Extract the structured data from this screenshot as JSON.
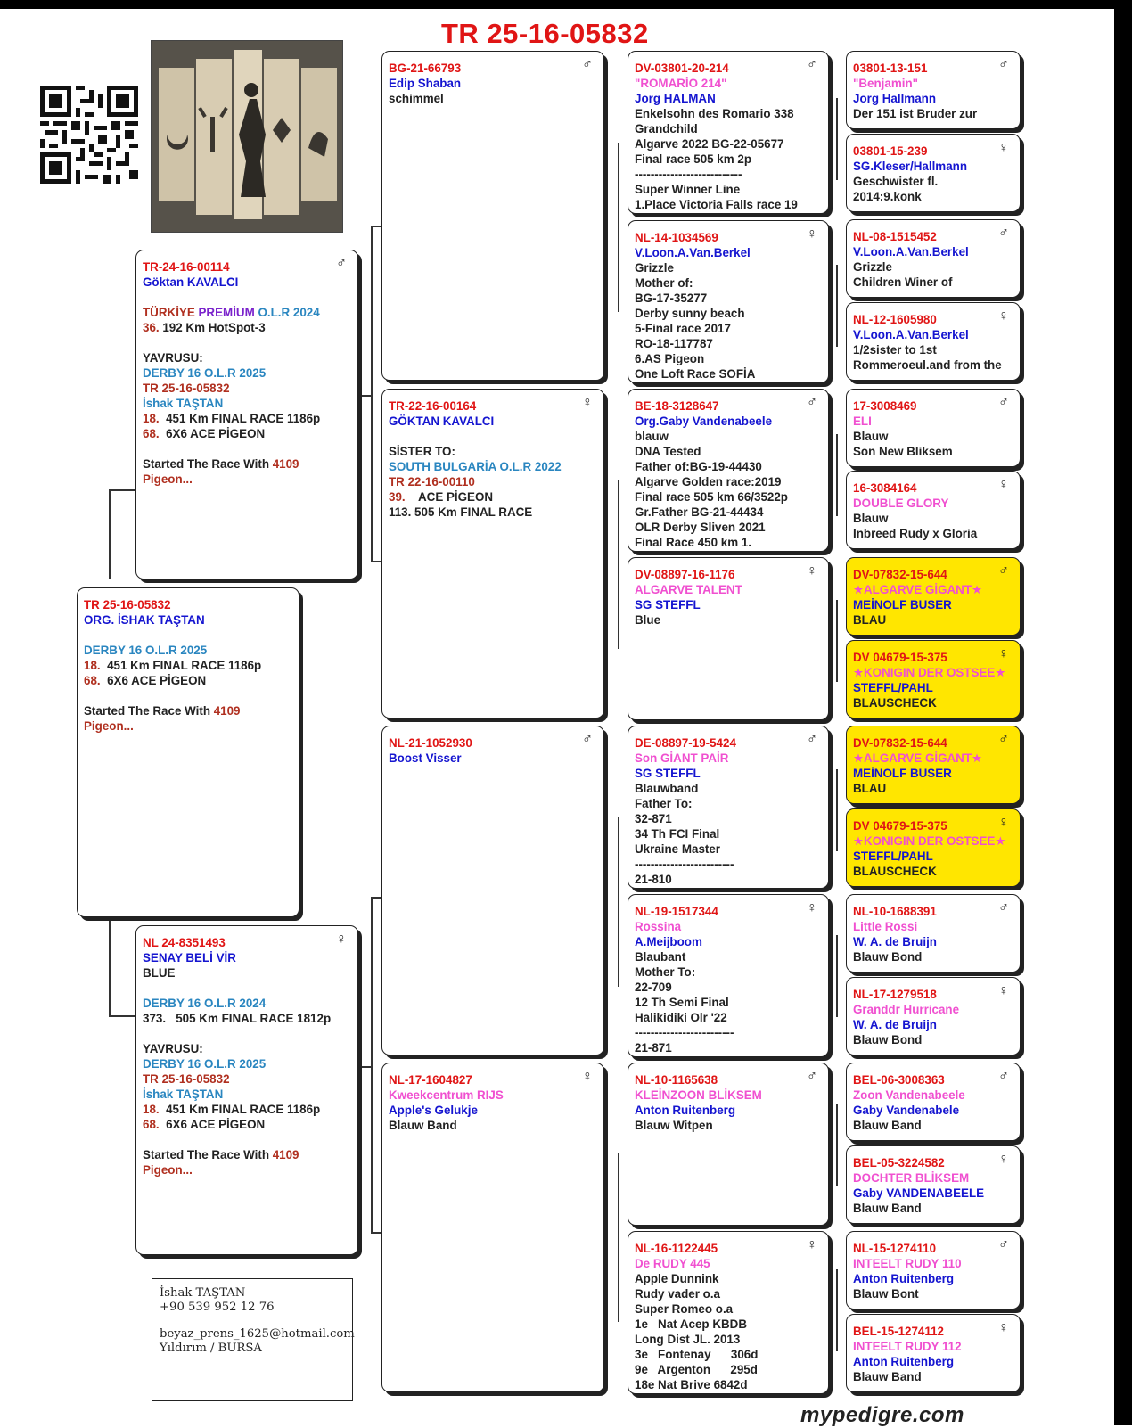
{
  "title": "TR 25-16-05832",
  "male_symbol": "♂",
  "female_symbol": "♀",
  "photo_icon": "warrior-horseman-banner-icon",
  "qr_icon": "qr-code-icon",
  "colors": {
    "red": "#e01515",
    "blue": "#1515d0",
    "pink": "#f050d0",
    "teal": "#2a86c0",
    "brown": "#b03020",
    "highlight": "#ffe600"
  },
  "contact": [
    "İshak TAŞTAN",
    "+90 539 952 12 76",
    "",
    "beyaz_prens_1625@hotmail.com",
    "Yıldırım / BURSA"
  ],
  "footer": "mypedigre.com",
  "cards": [
    {
      "id": "subject",
      "sex": "",
      "yellow": false,
      "lines": [
        {
          "t": "TR 25-16-05832",
          "c": "red"
        },
        {
          "t": "ORG. İSHAK TAŞTAN",
          "c": "blue"
        },
        {
          "t": "",
          "c": "black"
        },
        {
          "t": "DERBY 16 O.L.R 2025",
          "c": "teal"
        },
        {
          "p": [
            {
              "t": "18.  ",
              "c": "brown"
            },
            {
              "t": "451 Km FINAL RACE 1186p",
              "c": "black"
            }
          ]
        },
        {
          "p": [
            {
              "t": "68.  ",
              "c": "brown"
            },
            {
              "t": "6X6 ACE PİGEON",
              "c": "black"
            }
          ]
        },
        {
          "t": "",
          "c": "black"
        },
        {
          "p": [
            {
              "t": "Started The Race With ",
              "c": "black"
            },
            {
              "t": "4109",
              "c": "brown"
            }
          ]
        },
        {
          "t": "Pigeon...",
          "c": "brown"
        }
      ]
    },
    {
      "id": "sire",
      "sex": "m",
      "yellow": false,
      "lines": [
        {
          "t": "TR-24-16-00114",
          "c": "red"
        },
        {
          "t": "Göktan KAVALCI",
          "c": "blue"
        },
        {
          "t": "",
          "c": "black"
        },
        {
          "p": [
            {
              "t": "TÜRKİYE ",
              "c": "brown"
            },
            {
              "t": "PREMİUM ",
              "c": "purple"
            },
            {
              "t": "O.L.R 2024",
              "c": "teal"
            }
          ]
        },
        {
          "p": [
            {
              "t": "36. ",
              "c": "brown"
            },
            {
              "t": "192 Km HotSpot-3",
              "c": "black"
            }
          ]
        },
        {
          "t": "",
          "c": "black"
        },
        {
          "t": "YAVRUSU:",
          "c": "black"
        },
        {
          "t": "DERBY 16 O.L.R 2025",
          "c": "teal"
        },
        {
          "t": "TR 25-16-05832",
          "c": "brown"
        },
        {
          "t": "İshak TAŞTAN",
          "c": "teal"
        },
        {
          "p": [
            {
              "t": "18.  ",
              "c": "brown"
            },
            {
              "t": "451 Km FINAL RACE 1186p",
              "c": "black"
            }
          ]
        },
        {
          "p": [
            {
              "t": "68.  ",
              "c": "brown"
            },
            {
              "t": "6X6 ACE PİGEON",
              "c": "black"
            }
          ]
        },
        {
          "t": "",
          "c": "black"
        },
        {
          "p": [
            {
              "t": "Started The Race With ",
              "c": "black"
            },
            {
              "t": "4109",
              "c": "brown"
            }
          ]
        },
        {
          "t": "Pigeon...",
          "c": "brown"
        }
      ]
    },
    {
      "id": "dam",
      "sex": "f",
      "yellow": false,
      "lines": [
        {
          "t": "NL 24-8351493",
          "c": "red"
        },
        {
          "t": "SENAY BELİ VİR",
          "c": "blue"
        },
        {
          "t": "BLUE",
          "c": "black"
        },
        {
          "t": "",
          "c": "black"
        },
        {
          "t": "DERBY 16 O.L.R 2024",
          "c": "teal"
        },
        {
          "p": [
            {
              "t": "373.   ",
              "c": "black"
            },
            {
              "t": "505 Km FINAL RACE 1812p",
              "c": "black"
            }
          ]
        },
        {
          "t": "",
          "c": "black"
        },
        {
          "t": "YAVRUSU:",
          "c": "black"
        },
        {
          "t": "DERBY 16 O.L.R 2025",
          "c": "teal"
        },
        {
          "t": "TR 25-16-05832",
          "c": "brown"
        },
        {
          "t": "İshak TAŞTAN",
          "c": "teal"
        },
        {
          "p": [
            {
              "t": "18.  ",
              "c": "brown"
            },
            {
              "t": "451 Km FINAL RACE 1186p",
              "c": "black"
            }
          ]
        },
        {
          "p": [
            {
              "t": "68.  ",
              "c": "brown"
            },
            {
              "t": "6X6 ACE PİGEON",
              "c": "black"
            }
          ]
        },
        {
          "t": "",
          "c": "black"
        },
        {
          "p": [
            {
              "t": "Started The Race With ",
              "c": "black"
            },
            {
              "t": "4109",
              "c": "brown"
            }
          ]
        },
        {
          "t": "Pigeon...",
          "c": "brown"
        }
      ]
    },
    {
      "id": "ss",
      "sex": "m",
      "yellow": false,
      "lines": [
        {
          "t": "BG-21-66793",
          "c": "red"
        },
        {
          "t": "Edip Shaban",
          "c": "blue"
        },
        {
          "t": "schimmel",
          "c": "black"
        }
      ]
    },
    {
      "id": "sd",
      "sex": "f",
      "yellow": false,
      "lines": [
        {
          "t": "TR-22-16-00164",
          "c": "red"
        },
        {
          "t": "GÖKTAN KAVALCI",
          "c": "blue"
        },
        {
          "t": "",
          "c": "black"
        },
        {
          "t": "SİSTER TO:",
          "c": "black"
        },
        {
          "t": "SOUTH BULGARİA O.L.R 2022",
          "c": "teal"
        },
        {
          "t": "TR 22-16-00110",
          "c": "brown"
        },
        {
          "p": [
            {
              "t": "39.    ",
              "c": "brown"
            },
            {
              "t": "ACE PİGEON",
              "c": "black"
            }
          ]
        },
        {
          "t": "113. 505 Km FINAL RACE",
          "c": "black"
        }
      ]
    },
    {
      "id": "ds",
      "sex": "m",
      "yellow": false,
      "lines": [
        {
          "t": "NL-21-1052930",
          "c": "red"
        },
        {
          "t": "Boost Visser",
          "c": "blue"
        }
      ]
    },
    {
      "id": "dd",
      "sex": "f",
      "yellow": false,
      "lines": [
        {
          "t": "NL-17-1604827",
          "c": "red"
        },
        {
          "t": "Kweekcentrum RIJS",
          "c": "pink"
        },
        {
          "t": "Apple's Gelukje",
          "c": "blue"
        },
        {
          "t": "Blauw Band",
          "c": "black"
        }
      ]
    },
    {
      "id": "g1",
      "sex": "m",
      "yellow": false,
      "lines": [
        {
          "t": "DV-03801-20-214",
          "c": "red"
        },
        {
          "t": "\"ROMARİO 214\"",
          "c": "pink"
        },
        {
          "t": "Jorg HALMAN",
          "c": "blue"
        },
        {
          "t": "Enkelsohn des Romario 338",
          "c": "black"
        },
        {
          "t": "Grandchild",
          "c": "black"
        },
        {
          "t": "Algarve 2022 BG-22-05677",
          "c": "black"
        },
        {
          "t": "Final race 505 km 2p",
          "c": "black"
        },
        {
          "t": "---------------------------",
          "c": "black"
        },
        {
          "t": "Super Winner Line",
          "c": "black"
        },
        {
          "t": "1.Place Victoria Falls race 19",
          "c": "black"
        }
      ]
    },
    {
      "id": "g2",
      "sex": "f",
      "yellow": false,
      "lines": [
        {
          "t": "NL-14-1034569",
          "c": "red"
        },
        {
          "t": "V.Loon.A.Van.Berkel",
          "c": "blue"
        },
        {
          "t": "Grizzle",
          "c": "black"
        },
        {
          "t": "Mother of:",
          "c": "black"
        },
        {
          "t": "BG-17-35277",
          "c": "black"
        },
        {
          "t": "Derby sunny beach",
          "c": "black"
        },
        {
          "t": "5-Final race 2017",
          "c": "black"
        },
        {
          "t": "RO-18-117787",
          "c": "black"
        },
        {
          "t": "6.AS Pigeon",
          "c": "black"
        },
        {
          "t": "One Loft Race SOFİA",
          "c": "black"
        }
      ]
    },
    {
      "id": "g3",
      "sex": "m",
      "yellow": false,
      "lines": [
        {
          "t": "BE-18-3128647",
          "c": "red"
        },
        {
          "t": "Org.Gaby Vandenabeele",
          "c": "blue"
        },
        {
          "t": "blauw",
          "c": "black"
        },
        {
          "t": "DNA Tested",
          "c": "black"
        },
        {
          "t": "Father of:BG-19-44430",
          "c": "black"
        },
        {
          "t": "Algarve Golden race:2019",
          "c": "black"
        },
        {
          "t": "Final race 505 km 66/3522p",
          "c": "black"
        },
        {
          "t": "Gr.Father BG-21-44434",
          "c": "black"
        },
        {
          "t": "OLR Derby Sliven 2021",
          "c": "black"
        },
        {
          "t": "Final Race 450 km 1.",
          "c": "black"
        }
      ]
    },
    {
      "id": "g4",
      "sex": "f",
      "yellow": false,
      "lines": [
        {
          "t": "DV-08897-16-1176",
          "c": "red"
        },
        {
          "t": "ALGARVE TALENT",
          "c": "pink"
        },
        {
          "t": "SG STEFFL",
          "c": "blue"
        },
        {
          "t": "Blue",
          "c": "black"
        }
      ]
    },
    {
      "id": "g5",
      "sex": "m",
      "yellow": false,
      "lines": [
        {
          "t": "DE-08897-19-5424",
          "c": "red"
        },
        {
          "t": "Son GİANT PAİR",
          "c": "pink"
        },
        {
          "t": "SG STEFFL",
          "c": "blue"
        },
        {
          "t": "Blauwband",
          "c": "black"
        },
        {
          "t": "Father To:",
          "c": "black"
        },
        {
          "t": "32-871",
          "c": "black"
        },
        {
          "t": "34 Th FCI Final",
          "c": "black"
        },
        {
          "t": "Ukraine Master",
          "c": "black"
        },
        {
          "t": "-------------------------",
          "c": "black"
        },
        {
          "t": "21-810",
          "c": "black"
        }
      ]
    },
    {
      "id": "g6",
      "sex": "f",
      "yellow": false,
      "lines": [
        {
          "t": "NL-19-1517344",
          "c": "red"
        },
        {
          "t": "Rossina",
          "c": "pink"
        },
        {
          "t": "A.Meijboom",
          "c": "blue"
        },
        {
          "t": "Blaubant",
          "c": "black"
        },
        {
          "t": "Mother To:",
          "c": "black"
        },
        {
          "t": "22-709",
          "c": "black"
        },
        {
          "t": "12 Th Semi Final",
          "c": "black"
        },
        {
          "t": "Halikidiki Olr '22",
          "c": "black"
        },
        {
          "t": "-------------------------",
          "c": "black"
        },
        {
          "t": "21-871",
          "c": "black"
        }
      ]
    },
    {
      "id": "g7",
      "sex": "m",
      "yellow": false,
      "lines": [
        {
          "t": "NL-10-1165638",
          "c": "red"
        },
        {
          "t": "KLEİNZOON BLİKSEM",
          "c": "pink"
        },
        {
          "t": "Anton Ruitenberg",
          "c": "blue"
        },
        {
          "t": "Blauw Witpen",
          "c": "black"
        }
      ]
    },
    {
      "id": "g8",
      "sex": "f",
      "yellow": false,
      "lines": [
        {
          "t": "NL-16-1122445",
          "c": "red"
        },
        {
          "t": "De RUDY 445",
          "c": "pink"
        },
        {
          "t": "Apple Dunnink",
          "c": "black"
        },
        {
          "t": "Rudy vader o.a",
          "c": "black"
        },
        {
          "t": "Super Romeo o.a",
          "c": "black"
        },
        {
          "t": "1e   Nat Acep KBDB",
          "c": "black"
        },
        {
          "t": "Long Dist JL. 2013",
          "c": "black"
        },
        {
          "t": "3e   Fontenay      306d",
          "c": "black"
        },
        {
          "t": "9e   Argenton      295d",
          "c": "black"
        },
        {
          "t": "18e Nat Brive 6842d",
          "c": "black"
        }
      ]
    },
    {
      "id": "q1",
      "sex": "m",
      "yellow": false,
      "lines": [
        {
          "t": "03801-13-151",
          "c": "red"
        },
        {
          "t": "\"Benjamin\"",
          "c": "pink"
        },
        {
          "t": "Jorg Hallmann",
          "c": "blue"
        },
        {
          "t": "Der 151 ist Bruder zur",
          "c": "black"
        }
      ]
    },
    {
      "id": "q2",
      "sex": "f",
      "yellow": false,
      "lines": [
        {
          "t": "03801-15-239",
          "c": "red"
        },
        {
          "t": "SG.Kleser/Hallmann",
          "c": "blue"
        },
        {
          "t": "Geschwister fl.",
          "c": "black"
        },
        {
          "t": "2014:9.konk",
          "c": "black"
        }
      ]
    },
    {
      "id": "q3",
      "sex": "m",
      "yellow": false,
      "lines": [
        {
          "t": "NL-08-1515452",
          "c": "red"
        },
        {
          "t": "V.Loon.A.Van.Berkel",
          "c": "blue"
        },
        {
          "t": "Grizzle",
          "c": "black"
        },
        {
          "t": "Children Winer of",
          "c": "black"
        }
      ]
    },
    {
      "id": "q4",
      "sex": "f",
      "yellow": false,
      "lines": [
        {
          "t": "NL-12-1605980",
          "c": "red"
        },
        {
          "t": "V.Loon.A.Van.Berkel",
          "c": "blue"
        },
        {
          "t": "1/2sister to 1st",
          "c": "black"
        },
        {
          "t": "Rommeroeul.and from the",
          "c": "black"
        }
      ]
    },
    {
      "id": "q5",
      "sex": "m",
      "yellow": false,
      "lines": [
        {
          "t": "17-3008469",
          "c": "red"
        },
        {
          "t": "ELI",
          "c": "pink"
        },
        {
          "t": "Blauw",
          "c": "black"
        },
        {
          "t": "Son New Bliksem",
          "c": "black"
        }
      ]
    },
    {
      "id": "q6",
      "sex": "f",
      "yellow": false,
      "lines": [
        {
          "t": "16-3084164",
          "c": "red"
        },
        {
          "t": "DOUBLE GLORY",
          "c": "pink"
        },
        {
          "t": "Blauw",
          "c": "black"
        },
        {
          "t": "Inbreed Rudy x Gloria",
          "c": "black"
        }
      ]
    },
    {
      "id": "q7",
      "sex": "m",
      "yellow": true,
      "lines": [
        {
          "t": "DV-07832-15-644",
          "c": "red"
        },
        {
          "t": "★ALGARVE GİGANT★",
          "c": "pink"
        },
        {
          "t": "MEİNOLF BUSER",
          "c": "blue"
        },
        {
          "t": "BLAU",
          "c": "black"
        }
      ]
    },
    {
      "id": "q8",
      "sex": "f",
      "yellow": true,
      "lines": [
        {
          "t": "DV 04679-15-375",
          "c": "red"
        },
        {
          "t": "★KONIGIN DER OSTSEE★",
          "c": "pink"
        },
        {
          "t": "STEFFL/PAHL",
          "c": "blue"
        },
        {
          "t": "BLAUSCHECK",
          "c": "black"
        }
      ]
    },
    {
      "id": "q9",
      "sex": "m",
      "yellow": true,
      "lines": [
        {
          "t": "DV-07832-15-644",
          "c": "red"
        },
        {
          "t": "★ALGARVE GİGANT★",
          "c": "pink"
        },
        {
          "t": "MEİNOLF BUSER",
          "c": "blue"
        },
        {
          "t": "BLAU",
          "c": "black"
        }
      ]
    },
    {
      "id": "q10",
      "sex": "f",
      "yellow": true,
      "lines": [
        {
          "t": "DV 04679-15-375",
          "c": "red"
        },
        {
          "t": "★KONIGIN DER OSTSEE★",
          "c": "pink"
        },
        {
          "t": "STEFFL/PAHL",
          "c": "blue"
        },
        {
          "t": "BLAUSCHECK",
          "c": "black"
        }
      ]
    },
    {
      "id": "q11",
      "sex": "m",
      "yellow": false,
      "lines": [
        {
          "t": "NL-10-1688391",
          "c": "red"
        },
        {
          "t": "Little Rossi",
          "c": "pink"
        },
        {
          "t": "W. A. de Bruijn",
          "c": "blue"
        },
        {
          "t": "Blauw Bond",
          "c": "black"
        }
      ]
    },
    {
      "id": "q12",
      "sex": "f",
      "yellow": false,
      "lines": [
        {
          "t": "NL-17-1279518",
          "c": "red"
        },
        {
          "t": "Granddr Hurricane",
          "c": "pink"
        },
        {
          "t": "W. A. de Bruijn",
          "c": "blue"
        },
        {
          "t": "Blauw Bond",
          "c": "black"
        }
      ]
    },
    {
      "id": "q13",
      "sex": "m",
      "yellow": false,
      "lines": [
        {
          "t": "BEL-06-3008363",
          "c": "red"
        },
        {
          "t": "Zoon Vandenabeele",
          "c": "pink"
        },
        {
          "t": "Gaby Vandenabele",
          "c": "blue"
        },
        {
          "t": "Blauw Band",
          "c": "black"
        }
      ]
    },
    {
      "id": "q14",
      "sex": "f",
      "yellow": false,
      "lines": [
        {
          "t": "BEL-05-3224582",
          "c": "red"
        },
        {
          "t": "DOCHTER BLİKSEM",
          "c": "pink"
        },
        {
          "t": "Gaby VANDENABEELE",
          "c": "blue"
        },
        {
          "t": "Blauw Band",
          "c": "black"
        }
      ]
    },
    {
      "id": "q15",
      "sex": "m",
      "yellow": false,
      "lines": [
        {
          "t": "NL-15-1274110",
          "c": "red"
        },
        {
          "t": "INTEELT RUDY 110",
          "c": "pink"
        },
        {
          "t": "Anton Ruitenberg",
          "c": "blue"
        },
        {
          "t": "Blauw Bont",
          "c": "black"
        }
      ]
    },
    {
      "id": "q16",
      "sex": "f",
      "yellow": false,
      "lines": [
        {
          "t": "BEL-15-1274112",
          "c": "red"
        },
        {
          "t": "INTEELT RUDY 112",
          "c": "pink"
        },
        {
          "t": "Anton Ruitenberg",
          "c": "blue"
        },
        {
          "t": "Blauw Band",
          "c": "black"
        }
      ]
    }
  ]
}
